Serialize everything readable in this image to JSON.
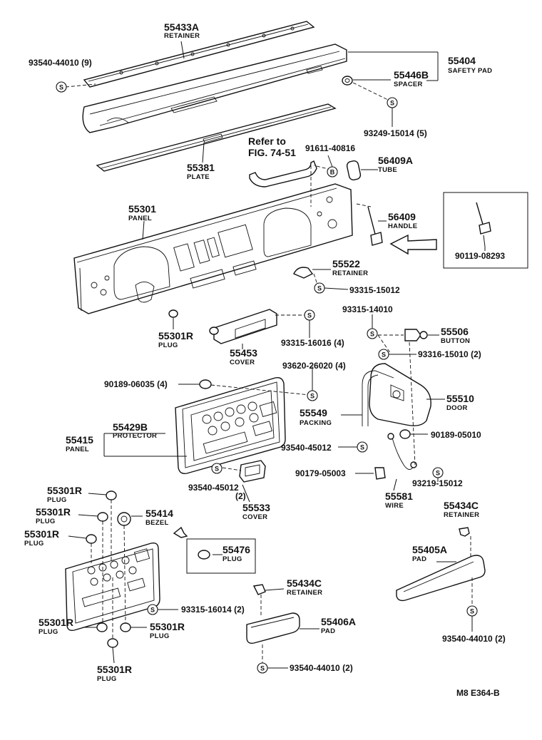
{
  "parts": [
    {
      "id": "p55433A",
      "number": "55433A",
      "name": "RETAINER"
    },
    {
      "id": "p93540_44010_9",
      "number": "93540-44010 (9)",
      "name": ""
    },
    {
      "id": "p55404",
      "number": "55404",
      "name": "SAFETY PAD"
    },
    {
      "id": "p55446B",
      "number": "55446B",
      "name": "SPACER"
    },
    {
      "id": "p93249",
      "number": "93249-15014 (5)",
      "name": ""
    },
    {
      "id": "p55381",
      "number": "55381",
      "name": "PLATE"
    },
    {
      "id": "p91611",
      "number": "91611-40816",
      "name": ""
    },
    {
      "id": "p56409A",
      "number": "56409A",
      "name": "TUBE"
    },
    {
      "id": "p55301",
      "number": "55301",
      "name": "PANEL"
    },
    {
      "id": "p56409",
      "number": "56409",
      "name": "HANDLE"
    },
    {
      "id": "p90119",
      "number": "90119-08293",
      "name": ""
    },
    {
      "id": "p55522",
      "number": "55522",
      "name": "RETAINER"
    },
    {
      "id": "p93315_15012",
      "number": "93315-15012",
      "name": ""
    },
    {
      "id": "p93315_14010",
      "number": "93315-14010",
      "name": ""
    },
    {
      "id": "p55301R_a",
      "number": "55301R",
      "name": "PLUG"
    },
    {
      "id": "p55453",
      "number": "55453",
      "name": "COVER"
    },
    {
      "id": "p93315_16016",
      "number": "93315-16016 (4)",
      "name": ""
    },
    {
      "id": "p55506",
      "number": "55506",
      "name": "BUTTON"
    },
    {
      "id": "p93316",
      "number": "93316-15010 (2)",
      "name": ""
    },
    {
      "id": "p93620",
      "number": "93620-26020 (4)",
      "name": ""
    },
    {
      "id": "p90189_06035",
      "number": "90189-06035 (4)",
      "name": ""
    },
    {
      "id": "p55510",
      "number": "55510",
      "name": "DOOR"
    },
    {
      "id": "p55549",
      "number": "55549",
      "name": "PACKING"
    },
    {
      "id": "p55429B",
      "number": "55429B",
      "name": "PROTECTOR"
    },
    {
      "id": "p55415",
      "number": "55415",
      "name": "PANEL"
    },
    {
      "id": "p90189_05010",
      "number": "90189-05010",
      "name": ""
    },
    {
      "id": "p93540_45012_b",
      "number": "93540-45012",
      "name": ""
    },
    {
      "id": "p90179",
      "number": "90179-05003",
      "name": ""
    },
    {
      "id": "p93219",
      "number": "93219-15012",
      "name": ""
    },
    {
      "id": "p93540_45012_2",
      "number": "93540-45012",
      "qty": "(2)",
      "name": ""
    },
    {
      "id": "p55581",
      "number": "55581",
      "name": "WIRE"
    },
    {
      "id": "p55533",
      "number": "55533",
      "name": "COVER"
    },
    {
      "id": "p55301R_b",
      "number": "55301R",
      "name": "PLUG"
    },
    {
      "id": "p55301R_c",
      "number": "55301R",
      "name": "PLUG"
    },
    {
      "id": "p55414",
      "number": "55414",
      "name": "BEZEL"
    },
    {
      "id": "p55301R_d",
      "number": "55301R",
      "name": "PLUG"
    },
    {
      "id": "p55434C_a",
      "number": "55434C",
      "name": "RETAINER"
    },
    {
      "id": "p55476",
      "number": "55476",
      "name": "PLUG"
    },
    {
      "id": "p55405A",
      "number": "55405A",
      "name": "PAD"
    },
    {
      "id": "p55434C_b",
      "number": "55434C",
      "name": "RETAINER"
    },
    {
      "id": "p93315_16014",
      "number": "93315-16014 (2)",
      "name": ""
    },
    {
      "id": "p55301R_e",
      "number": "55301R",
      "name": "PLUG"
    },
    {
      "id": "p55301R_f",
      "number": "55301R",
      "name": "PLUG"
    },
    {
      "id": "p55406A",
      "number": "55406A",
      "name": "PAD"
    },
    {
      "id": "p55301R_g",
      "number": "55301R",
      "name": "PLUG"
    },
    {
      "id": "p93540_44010_2a",
      "number": "93540-44010 (2)",
      "name": ""
    },
    {
      "id": "p93540_44010_2b",
      "number": "93540-44010 (2)",
      "name": ""
    }
  ],
  "reference": {
    "line1": "Refer to",
    "line2": "FIG. 74-51"
  },
  "footer": {
    "code": "M8  E364-B"
  },
  "bolt_letters": {
    "s": "S",
    "b": "B"
  }
}
